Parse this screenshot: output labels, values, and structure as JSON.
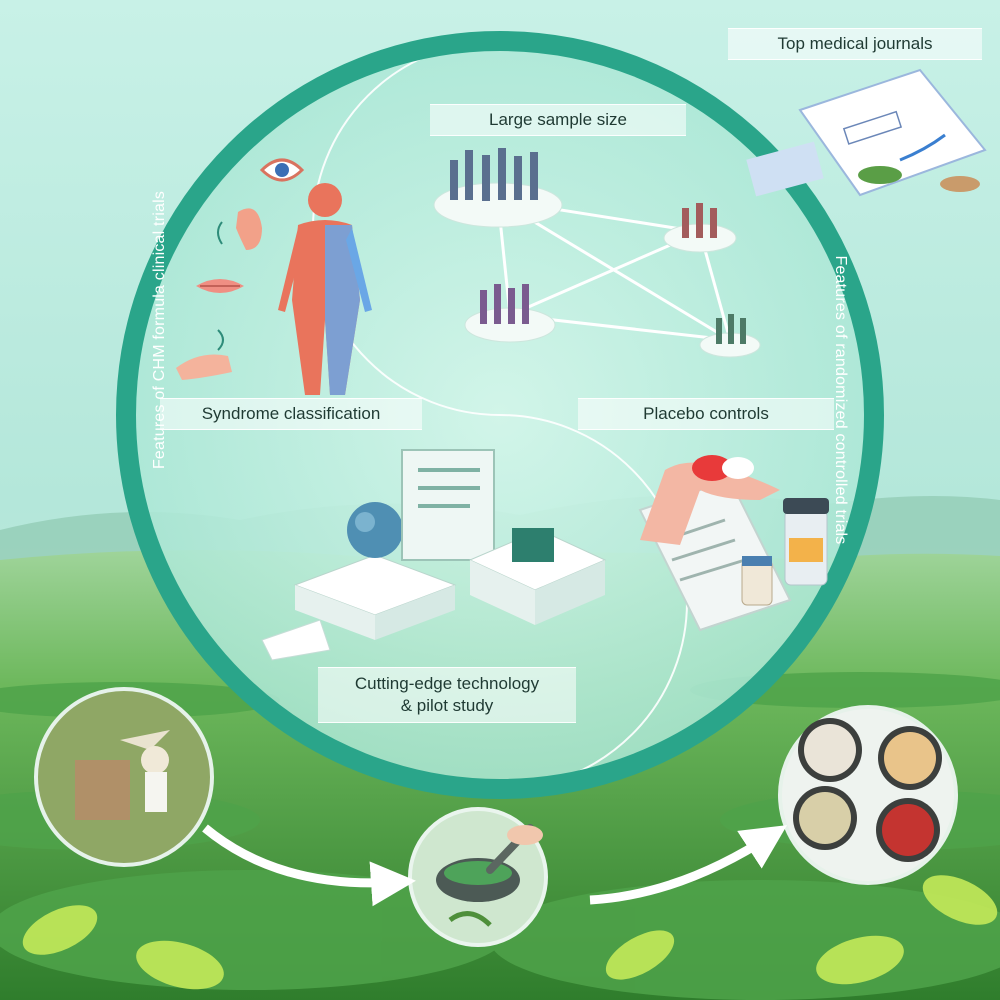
{
  "labels": {
    "journals": "Top medical journals",
    "sample": "Large sample size",
    "syndrome": "Syndrome classification",
    "placebo": "Placebo controls",
    "tech_line1": "Cutting-edge technology",
    "tech_line2": "& pilot study"
  },
  "ring": {
    "left": "Features of CHM formula clinical trials",
    "right": "Features of randomized controlled trials"
  },
  "colors": {
    "ring": "#2aa58a",
    "sky": "#bfeee3",
    "field": "#3f9a3a",
    "text": "#1f3a33"
  },
  "icons": [
    "eye-icon",
    "ear-icon",
    "mouth-icon",
    "wrist-pulse-icon",
    "human-anatomy-icon",
    "crowd-icon",
    "document-admitted-icon",
    "brain-computer-icon",
    "monitor-icon",
    "tablet-prescription-icon",
    "pill-bottle-icon",
    "hand-pill-icon",
    "farmer-harvest-icon",
    "mortar-pestle-icon",
    "herb-bowls-icon",
    "arrow-icon"
  ]
}
